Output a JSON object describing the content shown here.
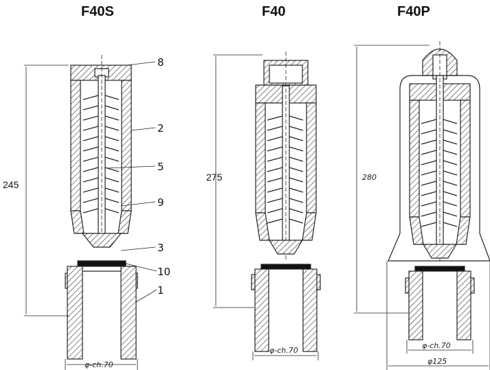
{
  "titles": {
    "left": "F40S",
    "middle": "F40",
    "right": "F40P"
  },
  "dimensions": {
    "left_height": "245",
    "middle_height": "275",
    "right_height": "280",
    "left_base": "φ-ch.70",
    "middle_base": "φ-ch.70",
    "right_base_inner": "φ-ch.70",
    "right_base_outer": "φ125"
  },
  "callouts": [
    "8",
    "2",
    "5",
    "9",
    "3",
    "10",
    "1"
  ]
}
